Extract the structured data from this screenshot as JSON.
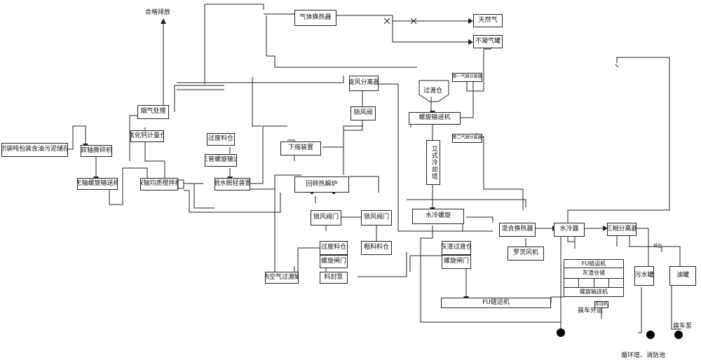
{
  "labels": {
    "storage": "编织袋吨包装含油污泥储存库",
    "shredder": "双轴撕碎机",
    "shaftless_conveyor": "无轴螺旋输送机",
    "flue_gas": "烟气处理",
    "cao_meter": "氧化钙计量仓",
    "mixer": "双轴均质搅拌机",
    "transition_bin_1": "过度料仓",
    "triple_screw": "三管螺旋输送",
    "dewater": "脱水脱轻装置",
    "discharge_qualified": "合格排放",
    "gas_heat_exchanger": "气体换热器",
    "natural_gas": "天然气",
    "noncondensable_tank": "不凝气罐",
    "cyclone": "旋风分离器",
    "airlock_valve": "锁风阀",
    "transition_bin_2": "过渡仓",
    "screw_conveyor": "螺旋输送机",
    "gas_sep_1": "第一气固分离器",
    "gas_sep_2": "第二气固分离器",
    "discharge_device": "下缩装置",
    "rotary_pyrolysis": "回转热解炉",
    "vertical_cooling_tower": "立式冷却塔",
    "airlock_door_1": "锁风阀门",
    "airlock_door_2": "锁风阀门",
    "transition_bin_3": "过度料仓",
    "screw_gate_1": "螺旋闸门",
    "coarse_bin": "粗料料仓",
    "hot_air_tank": "热空气过渡罐",
    "feed_pump": "料封泵",
    "water_cooled_screw": "水冷螺旋",
    "ash_transition_bin": "灰渣过渡仓",
    "screw_gate_2": "螺旋闸门",
    "mixing_heat_exchanger": "混合换热器",
    "water_cooler": "水冷器",
    "three_phase_sep": "三相分离器",
    "ash_blower": "罗茨风机",
    "fu_chain_1": "FU链运机",
    "ash_bin_hopper": "灰渣仓储",
    "screw_conveyor_2": "螺旋输送机",
    "fu_chain_2": "FU链运机",
    "truck_out": "装车外运",
    "wastewater_tank": "污水罐",
    "oil_tank": "油罐",
    "truck_pump": "装车泵",
    "recycle": "循环塔、消防池",
    "tiny_label_1": "加湿机",
    "tiny_label_2": "排空"
  }
}
